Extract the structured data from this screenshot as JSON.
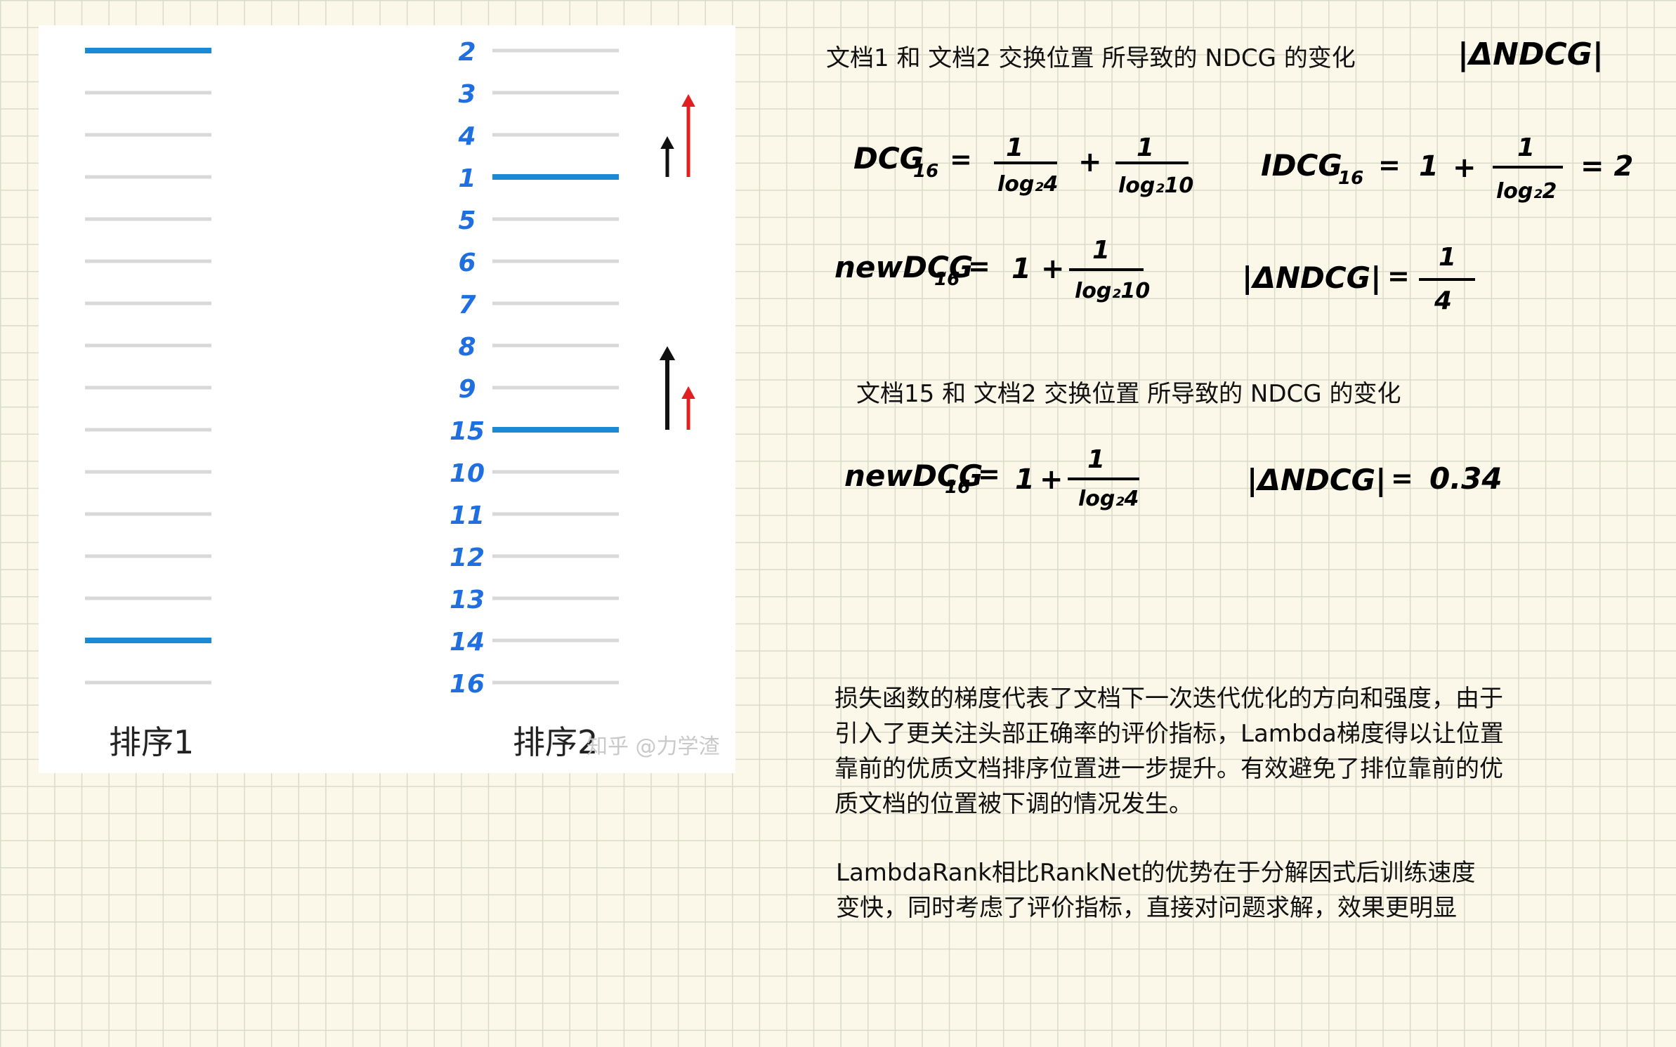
{
  "ranking": {
    "label_left": "排序1",
    "label_right": "排序2",
    "watermark": "知乎 @力学渣",
    "left_highlight_rows": [
      1,
      15
    ],
    "right_labels": [
      "2",
      "3",
      "4",
      "1",
      "5",
      "6",
      "7",
      "8",
      "9",
      "15",
      "10",
      "11",
      "12",
      "13",
      "14",
      "16"
    ],
    "right_highlight_rows": [
      4,
      10
    ],
    "highlight_color": "#1a8ad4",
    "line_color": "#d8d8d8",
    "arrow_black": "#111111",
    "arrow_red": "#e21f1f",
    "number_color": "#1f6fe0"
  },
  "section1": {
    "heading": "文档1  和 文档2 交换位置 所导致的 NDCG 的变化",
    "side_note": "|ΔNDCG|",
    "dcg": {
      "lhs": "DCG",
      "sub": "16",
      "eq": "=",
      "plus": "+",
      "num": "1",
      "den1": "log₂4",
      "den2": "log₂10"
    },
    "idcg": {
      "lhs": "IDCG",
      "sub": "16",
      "eq": "=",
      "one": "1",
      "plus": "+",
      "num": "1",
      "den": "log₂2",
      "result": "= 2"
    },
    "newdcg": {
      "lhs": "newDCG",
      "sub": "16",
      "eq": "=",
      "one": "1",
      "plus": "+",
      "num": "1",
      "den": "log₂10"
    },
    "delta": {
      "lhs": "|ΔNDCG|",
      "eq": "=",
      "num": "1",
      "den": "4"
    }
  },
  "section2": {
    "heading": "文档15  和 文档2 交换位置 所导致的 NDCG 的变化",
    "newdcg": {
      "lhs": "newDCG",
      "sub": "16",
      "eq": "=",
      "one": "1",
      "plus": "+",
      "num": "1",
      "den": "log₂4"
    },
    "delta": {
      "lhs": "|ΔNDCG|",
      "eq": "=",
      "value": "0.34"
    }
  },
  "paragraph1": "损失函数的梯度代表了文档下一次迭代优化的方向和强度，由于引入了更关注头部正确率的评价指标，Lambda梯度得以让位置靠前的优质文档排序位置进一步提升。有效避免了排位靠前的优质文档的位置被下调的情况发生。",
  "paragraph2": "LambdaRank相比RankNet的优势在于分解因式后训练速度变快，同时考虑了评价指标，直接对问题求解，效果更明显"
}
